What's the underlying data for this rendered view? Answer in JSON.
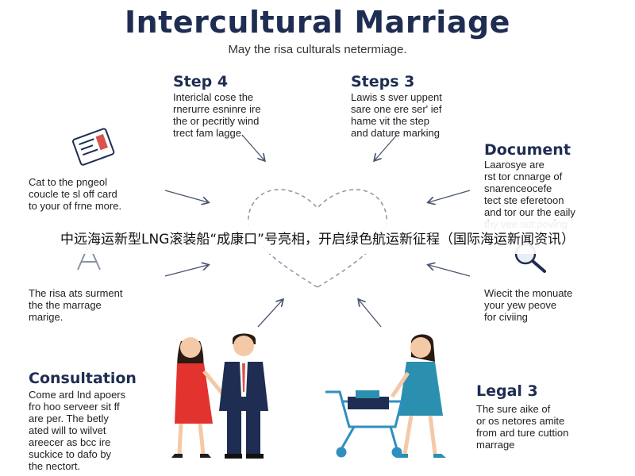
{
  "title": "Intercultural Marriage",
  "subtitle": "May the risa culturals netermiage.",
  "sections": {
    "step4": {
      "heading": "Step 4",
      "text": "Intericlal cose the\nrnerurre esninre ire\nthe or pecritly wind\ntrect fam lagge."
    },
    "steps3": {
      "heading": "Steps 3",
      "text": "Lawis s sver uppent\nsare one ere ser' ief\nhame vit the step\nand dature marking"
    },
    "document": {
      "heading": "Document",
      "text": "Laarosye are\nrst tor cnnarge of\nsnarenceocefe\ntect ste eferetoon\nand tor our the eaily\nthy vee sut:poving"
    },
    "left_top": {
      "text": "Cat to the pngeol\ncoucle te sl off card\nto your of frne more."
    },
    "left_mid": {
      "text": "The risa ats surment\nthe the marrage\nmarige."
    },
    "right_mid": {
      "text": "Wiecit the monuate\nyour yew peove\nfor civiing"
    },
    "consultation": {
      "heading": "Consultation",
      "text": "Come ard Ind apoers\nfro hoo serveer sit ff\nare per. The betly\nated will to wilvet\nareecer as bcc ire\nsuckice to dafo by\nthe nectort."
    },
    "legal3": {
      "heading": "Legal 3",
      "text": "The sure aike of\nor os netores amite\nfrom ard ture cuttion\nmarrage"
    }
  },
  "banner": "中远海运新型LNG滚装船“成康口”号亮相，开启绿色航运新征程（国际海运新闻资讯）",
  "colors": {
    "navy": "#1f2d52",
    "red_dress": "#e2332e",
    "teal_dress": "#2b8fb0",
    "cart": "#2f8fc2",
    "skin": "#f4c9a8",
    "hair": "#2a1a14"
  },
  "icons": [
    "passport-icon",
    "compass-icon",
    "magnifier-icon",
    "heart-outline-icon"
  ]
}
